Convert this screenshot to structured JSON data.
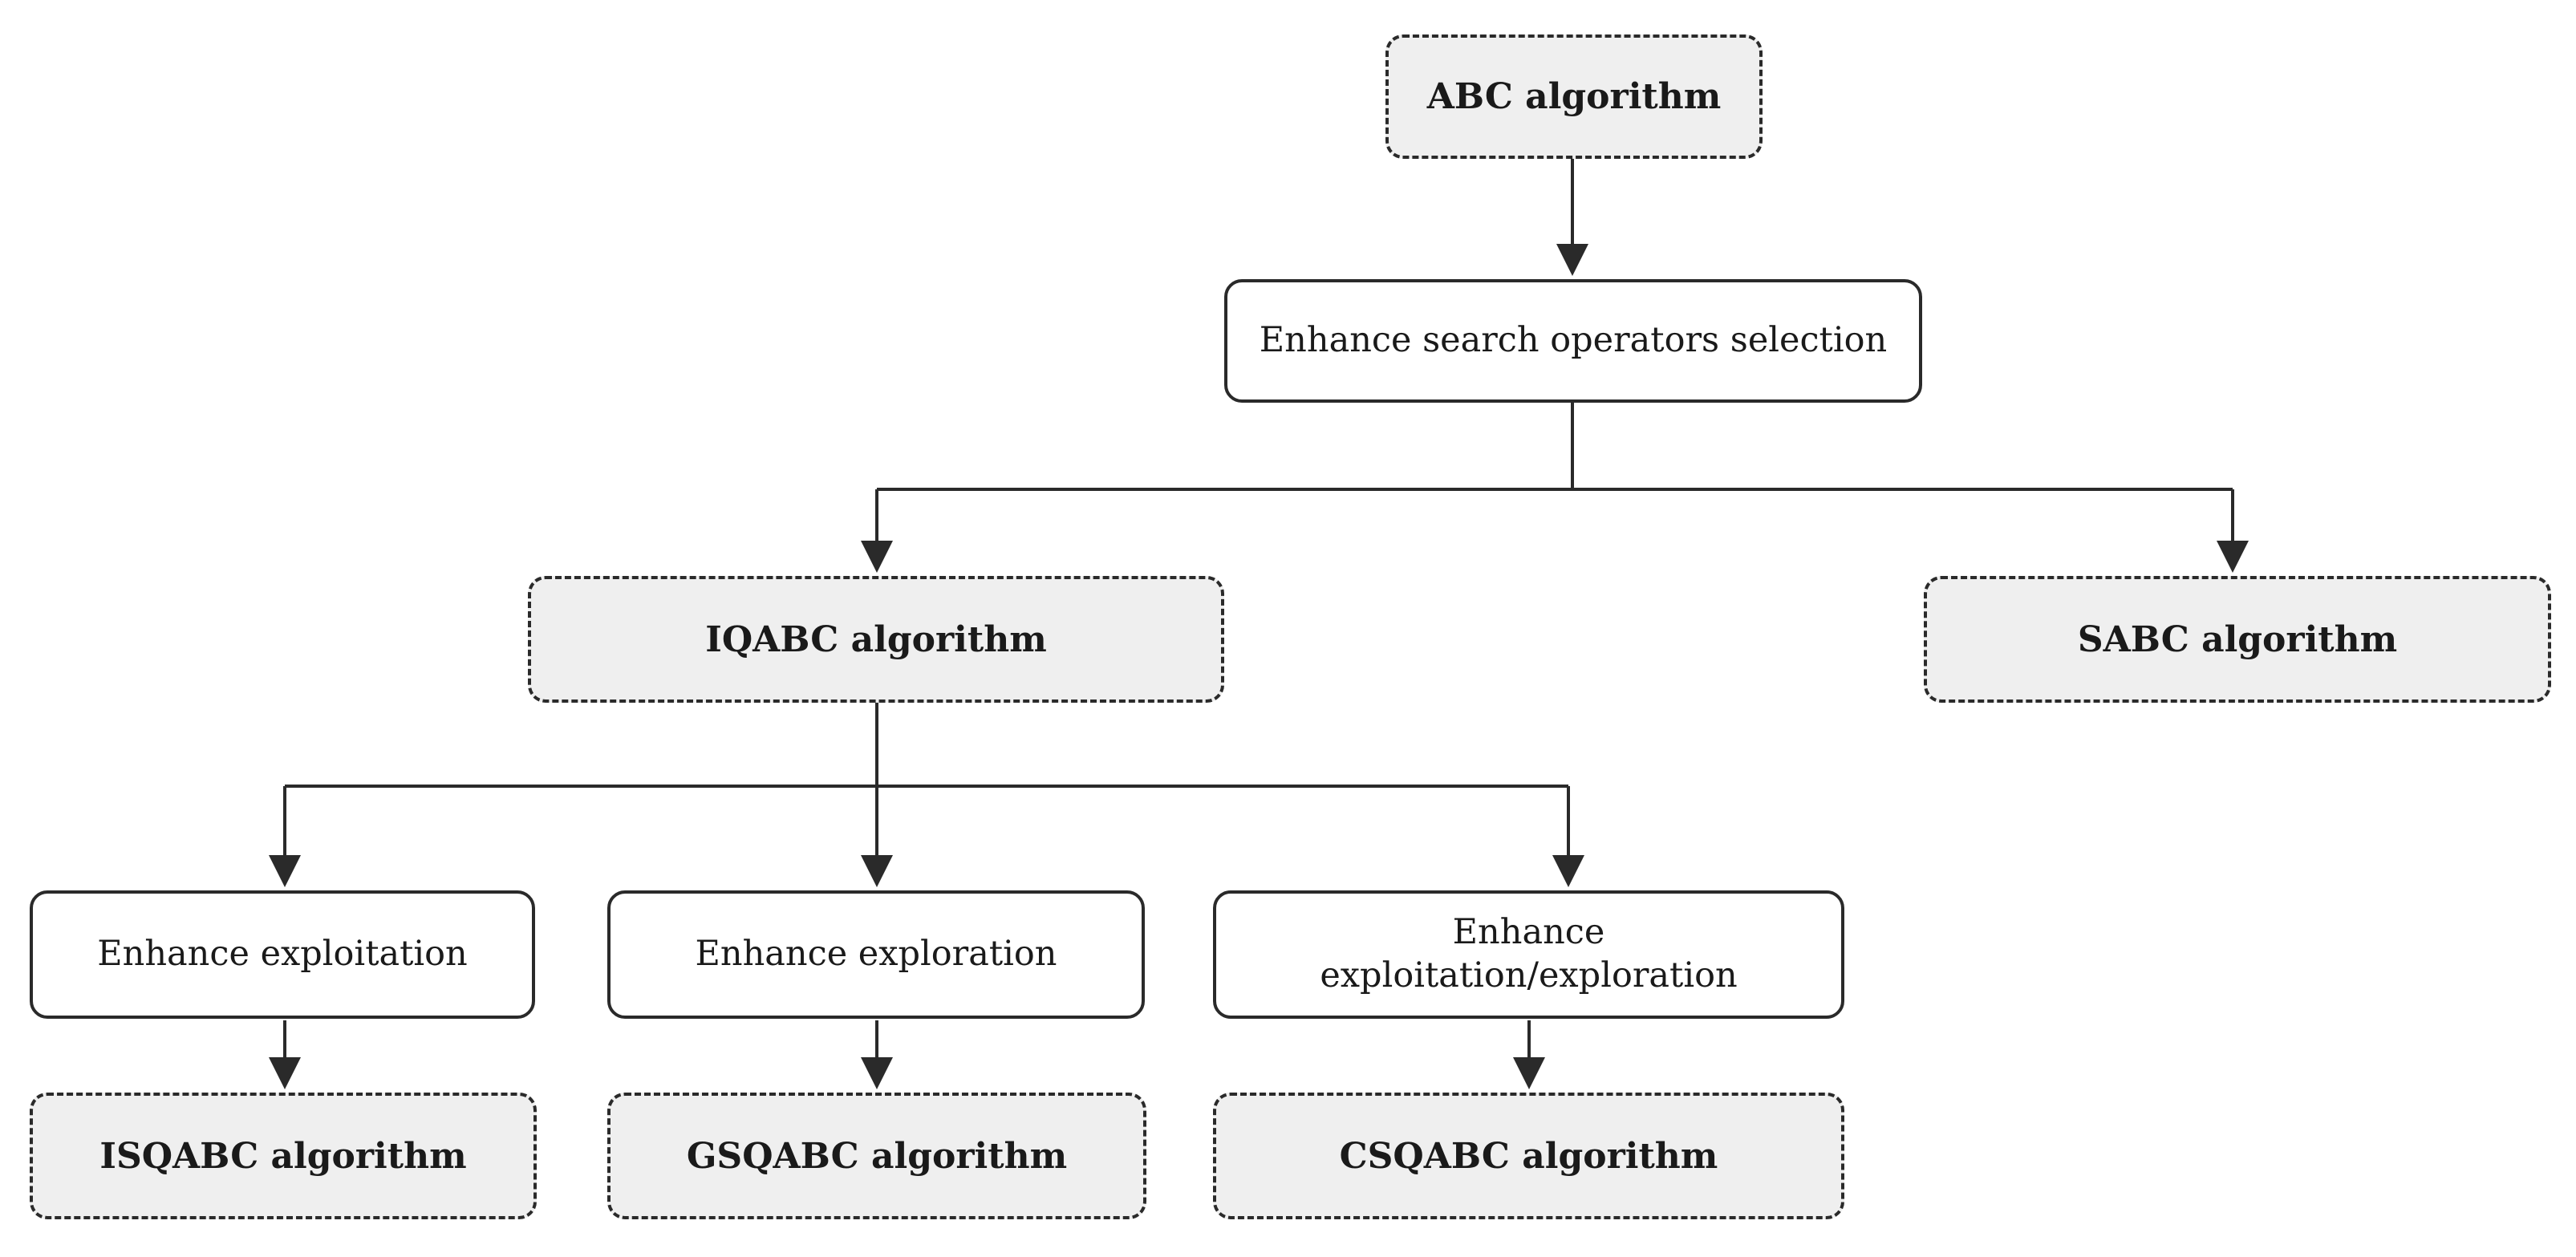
{
  "diagram": {
    "colors": {
      "algorithm_fill": "#efefef",
      "step_fill": "#ffffff",
      "line": "#2a2a2a"
    },
    "nodes": {
      "abc": "ABC algorithm",
      "enhance_search": "Enhance search operators selection",
      "iqabc": "IQABC algorithm",
      "sabc": "SABC algorithm",
      "exploitation": "Enhance exploitation",
      "exploration": "Enhance exploration",
      "exploitation_exploration": "Enhance exploitation/exploration",
      "isqabc": "ISQABC algorithm",
      "gsqabc": "GSQABC algorithm",
      "csqabc": "CSQABC algorithm"
    }
  }
}
